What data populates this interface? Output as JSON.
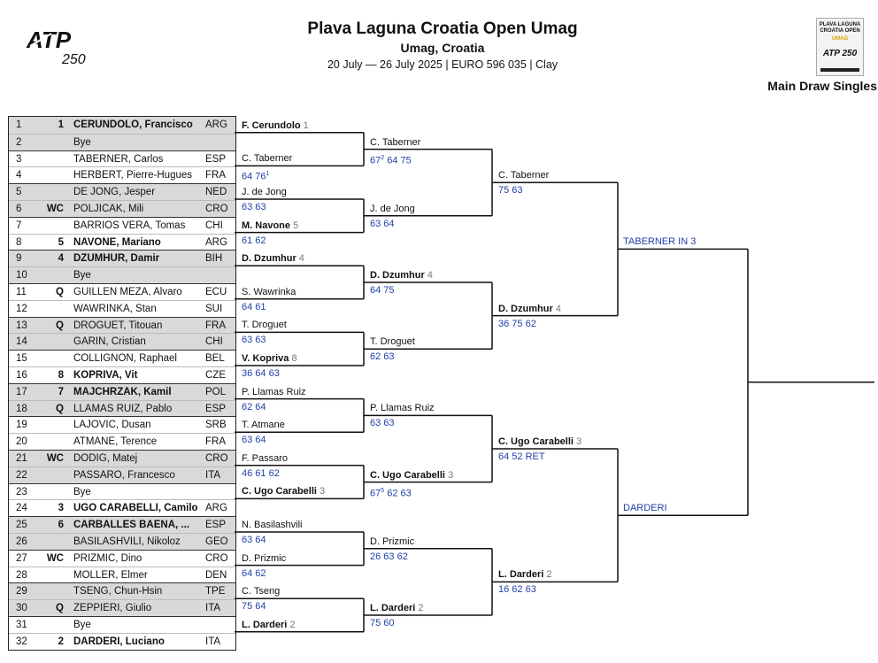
{
  "header": {
    "title": "Plava Laguna Croatia Open Umag",
    "city": "Umag, Croatia",
    "dates": "20 July — 26 July 2025 | EURO 596 035 | Clay",
    "subtitle": "Main Draw Singles",
    "atp_logo": "ATP",
    "atp_level": "250",
    "badge_line1": "PLAVA LAGUNA",
    "badge_line2": "CROATIA OPEN",
    "badge_line3": "UMAG",
    "badge_logo": "ATP 250"
  },
  "players": [
    {
      "num": "1",
      "seed": "1",
      "name": "CERUNDOLO, Francisco",
      "cty": "ARG",
      "bold": true
    },
    {
      "num": "2",
      "seed": "",
      "name": "Bye",
      "cty": "",
      "bold": false
    },
    {
      "num": "3",
      "seed": "",
      "name": "TABERNER, Carlos",
      "cty": "ESP",
      "bold": false
    },
    {
      "num": "4",
      "seed": "",
      "name": "HERBERT, Pierre-Hugues",
      "cty": "FRA",
      "bold": false
    },
    {
      "num": "5",
      "seed": "",
      "name": "DE JONG, Jesper",
      "cty": "NED",
      "bold": false
    },
    {
      "num": "6",
      "seed": "WC",
      "name": "POLJICAK, Mili",
      "cty": "CRO",
      "bold": false
    },
    {
      "num": "7",
      "seed": "",
      "name": "BARRIOS VERA, Tomas",
      "cty": "CHI",
      "bold": false
    },
    {
      "num": "8",
      "seed": "5",
      "name": "NAVONE, Mariano",
      "cty": "ARG",
      "bold": true
    },
    {
      "num": "9",
      "seed": "4",
      "name": "DZUMHUR, Damir",
      "cty": "BIH",
      "bold": true
    },
    {
      "num": "10",
      "seed": "",
      "name": "Bye",
      "cty": "",
      "bold": false
    },
    {
      "num": "11",
      "seed": "Q",
      "name": "GUILLEN MEZA, Alvaro",
      "cty": "ECU",
      "bold": false
    },
    {
      "num": "12",
      "seed": "",
      "name": "WAWRINKA, Stan",
      "cty": "SUI",
      "bold": false
    },
    {
      "num": "13",
      "seed": "Q",
      "name": "DROGUET, Titouan",
      "cty": "FRA",
      "bold": false
    },
    {
      "num": "14",
      "seed": "",
      "name": "GARIN, Cristian",
      "cty": "CHI",
      "bold": false
    },
    {
      "num": "15",
      "seed": "",
      "name": "COLLIGNON, Raphael",
      "cty": "BEL",
      "bold": false
    },
    {
      "num": "16",
      "seed": "8",
      "name": "KOPRIVA, Vit",
      "cty": "CZE",
      "bold": true
    },
    {
      "num": "17",
      "seed": "7",
      "name": "MAJCHRZAK, Kamil",
      "cty": "POL",
      "bold": true
    },
    {
      "num": "18",
      "seed": "Q",
      "name": "LLAMAS RUIZ, Pablo",
      "cty": "ESP",
      "bold": false
    },
    {
      "num": "19",
      "seed": "",
      "name": "LAJOVIC, Dusan",
      "cty": "SRB",
      "bold": false
    },
    {
      "num": "20",
      "seed": "",
      "name": "ATMANE, Terence",
      "cty": "FRA",
      "bold": false
    },
    {
      "num": "21",
      "seed": "WC",
      "name": "DODIG, Matej",
      "cty": "CRO",
      "bold": false
    },
    {
      "num": "22",
      "seed": "",
      "name": "PASSARO, Francesco",
      "cty": "ITA",
      "bold": false
    },
    {
      "num": "23",
      "seed": "",
      "name": "Bye",
      "cty": "",
      "bold": false
    },
    {
      "num": "24",
      "seed": "3",
      "name": "UGO CARABELLI, Camilo",
      "cty": "ARG",
      "bold": true
    },
    {
      "num": "25",
      "seed": "6",
      "name": "CARBALLES BAENA, ...",
      "cty": "ESP",
      "bold": true
    },
    {
      "num": "26",
      "seed": "",
      "name": "BASILASHVILI, Nikoloz",
      "cty": "GEO",
      "bold": false
    },
    {
      "num": "27",
      "seed": "WC",
      "name": "PRIZMIC, Dino",
      "cty": "CRO",
      "bold": false
    },
    {
      "num": "28",
      "seed": "",
      "name": "MOLLER, Elmer",
      "cty": "DEN",
      "bold": false
    },
    {
      "num": "29",
      "seed": "",
      "name": "TSENG, Chun-Hsin",
      "cty": "TPE",
      "bold": false
    },
    {
      "num": "30",
      "seed": "Q",
      "name": "ZEPPIERI, Giulio",
      "cty": "ITA",
      "bold": false
    },
    {
      "num": "31",
      "seed": "",
      "name": "Bye",
      "cty": "",
      "bold": false
    },
    {
      "num": "32",
      "seed": "2",
      "name": "DARDERI, Luciano",
      "cty": "ITA",
      "bold": true
    }
  ],
  "r2": [
    {
      "name": "F. Cerundolo",
      "seed": "1",
      "bold": true,
      "score": ""
    },
    {
      "name": "C. Taberner",
      "seed": "",
      "bold": false,
      "score": "64 76",
      "sup": "1"
    },
    {
      "name": "J. de Jong",
      "seed": "",
      "bold": false,
      "score": "63 63"
    },
    {
      "name": "M. Navone",
      "seed": "5",
      "bold": true,
      "score": "61 62"
    },
    {
      "name": "D. Dzumhur",
      "seed": "4",
      "bold": true,
      "score": ""
    },
    {
      "name": "S. Wawrinka",
      "seed": "",
      "bold": false,
      "score": "64 61"
    },
    {
      "name": "T. Droguet",
      "seed": "",
      "bold": false,
      "score": "63 63"
    },
    {
      "name": "V. Kopriva",
      "seed": "8",
      "bold": true,
      "score": "36 64 63"
    },
    {
      "name": "P. Llamas Ruiz",
      "seed": "",
      "bold": false,
      "score": "62 64"
    },
    {
      "name": "T. Atmane",
      "seed": "",
      "bold": false,
      "score": "63 64"
    },
    {
      "name": "F. Passaro",
      "seed": "",
      "bold": false,
      "score": "46 61 62"
    },
    {
      "name": "C. Ugo Carabelli",
      "seed": "3",
      "bold": true,
      "score": ""
    },
    {
      "name": "N. Basilashvili",
      "seed": "",
      "bold": false,
      "score": "63 64"
    },
    {
      "name": "D. Prizmic",
      "seed": "",
      "bold": false,
      "score": "64 62"
    },
    {
      "name": "C. Tseng",
      "seed": "",
      "bold": false,
      "score": "75 64"
    },
    {
      "name": "L. Darderi",
      "seed": "2",
      "bold": true,
      "score": ""
    }
  ],
  "qf": [
    {
      "name": "C. Taberner",
      "seed": "",
      "bold": false,
      "score": "67 64 75",
      "sup": "2",
      "sup_after": "67"
    },
    {
      "name": "J. de Jong",
      "seed": "",
      "bold": false,
      "score": "63 64"
    },
    {
      "name": "D. Dzumhur",
      "seed": "4",
      "bold": true,
      "score": "64 75"
    },
    {
      "name": "T. Droguet",
      "seed": "",
      "bold": false,
      "score": "62 63"
    },
    {
      "name": "P. Llamas Ruiz",
      "seed": "",
      "bold": false,
      "score": "63 63"
    },
    {
      "name": "C. Ugo Carabelli",
      "seed": "3",
      "bold": true,
      "score": "67 62 63",
      "sup": "5",
      "sup_after": "67"
    },
    {
      "name": "D. Prizmic",
      "seed": "",
      "bold": false,
      "score": "26 63 62"
    },
    {
      "name": "L. Darderi",
      "seed": "2",
      "bold": true,
      "score": "75 60"
    }
  ],
  "sf": [
    {
      "name": "C. Taberner",
      "seed": "",
      "bold": false,
      "score": "75 63"
    },
    {
      "name": "D. Dzumhur",
      "seed": "4",
      "bold": true,
      "score": "36 75 62"
    },
    {
      "name": "C. Ugo Carabelli",
      "seed": "3",
      "bold": true,
      "score": "64 52 RET"
    },
    {
      "name": "L. Darderi",
      "seed": "2",
      "bold": true,
      "score": "16 62 63"
    }
  ],
  "final": [
    {
      "name": "TABERNER IN 3"
    },
    {
      "name": "DARDERI"
    }
  ]
}
